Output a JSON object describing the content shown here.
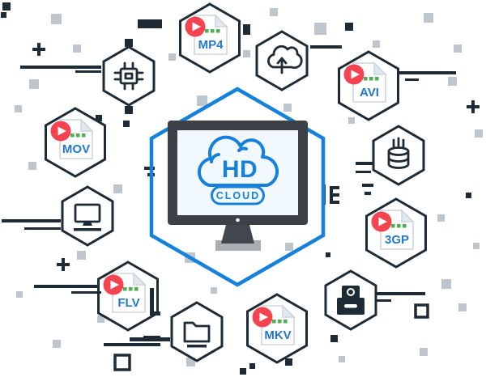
{
  "scene": {
    "center": {
      "hd_label": "HD",
      "cloud_label": "CLOUD"
    },
    "formats": [
      {
        "label": "MP4"
      },
      {
        "label": "AVI"
      },
      {
        "label": "MOV"
      },
      {
        "label": "3GP"
      },
      {
        "label": "FLV"
      },
      {
        "label": "MKV"
      }
    ],
    "badges": [
      {
        "icon": "circuit-chip-icon"
      },
      {
        "icon": "cloud-upload-icon"
      },
      {
        "icon": "database-icon"
      },
      {
        "icon": "monitor-icon"
      },
      {
        "icon": "camera-icon"
      },
      {
        "icon": "folder-icon"
      }
    ],
    "colors": {
      "accent_blue": "#1581dc",
      "text_blue": "#2478c8",
      "play_red": "#f54350",
      "dot_green": "#4caf50",
      "ink_dark": "#1c2b36",
      "monitor_frame": "#3b4147",
      "screen": "#f2f9fe",
      "decor_gray": "#bdc6cc"
    }
  }
}
